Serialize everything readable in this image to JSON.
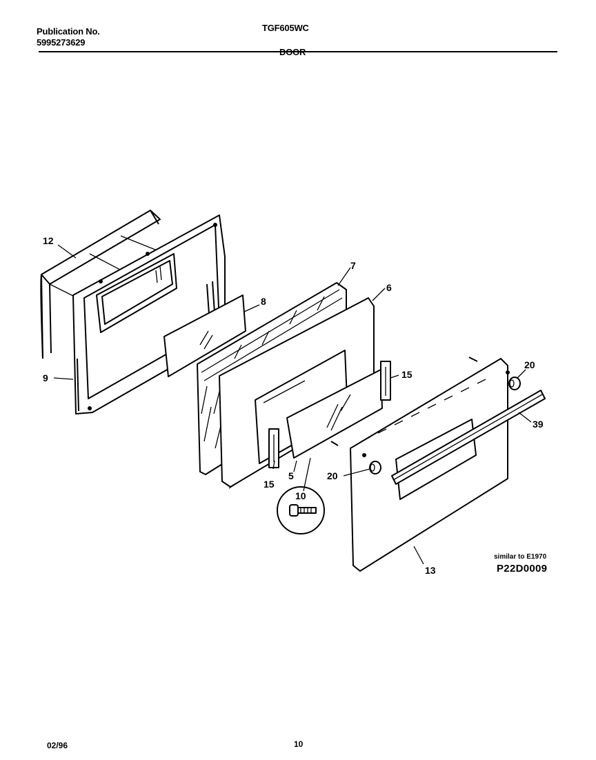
{
  "header": {
    "publication_label": "Publication No.",
    "publication_number": "5995273629",
    "model": "TGF605WC",
    "section": "DOOR"
  },
  "callouts": {
    "c12": "12",
    "c9": "9",
    "c8": "8",
    "c7": "7",
    "c6": "6",
    "c15a": "15",
    "c15b": "15",
    "c5": "5",
    "c10": "10",
    "c20a": "20",
    "c20b": "20",
    "c39": "39",
    "c13": "13"
  },
  "note": "similar to E1970",
  "reference": "P22D0009",
  "footer": {
    "date": "02/96",
    "page": "10"
  }
}
